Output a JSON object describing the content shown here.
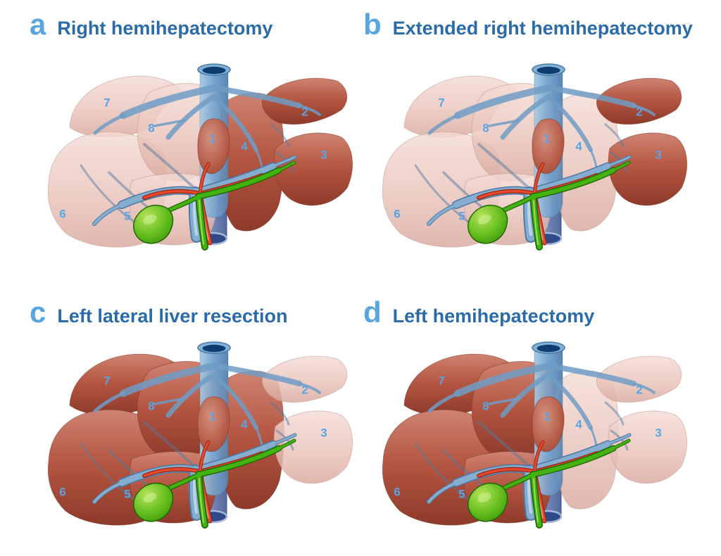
{
  "figure": {
    "panels": [
      {
        "letter": "a",
        "title": "Right hemihepatectomy",
        "resected_segments": [
          5,
          6,
          7,
          8
        ]
      },
      {
        "letter": "b",
        "title": "Extended right hemihepatectomy",
        "resected_segments": [
          4,
          5,
          6,
          7,
          8
        ]
      },
      {
        "letter": "c",
        "title": "Left lateral liver resection",
        "resected_segments": [
          2,
          3
        ]
      },
      {
        "letter": "d",
        "title": "Left hemihepatectomy",
        "resected_segments": [
          2,
          3,
          4
        ]
      }
    ],
    "segment_numbers": {
      "n1": "1",
      "n2": "2",
      "n3": "3",
      "n4": "4",
      "n5": "5",
      "n6": "6",
      "n7": "7",
      "n8": "8"
    },
    "style": {
      "resected_opacity": 0.82,
      "colors": {
        "background": "#ffffff",
        "panel_letter": "#58a5e2",
        "panel_title": "#2a6ba8",
        "segment_number": "#58a4e4",
        "remnant_liver": "#b35541",
        "resected_liver": "#eac4bb",
        "vena_cava": "#7aa7d0",
        "portal_vein": "#84adcf",
        "hepatic_artery": "#e2492e",
        "bile_duct": "#44b312",
        "gallbladder": "#63bd1d"
      }
    }
  }
}
